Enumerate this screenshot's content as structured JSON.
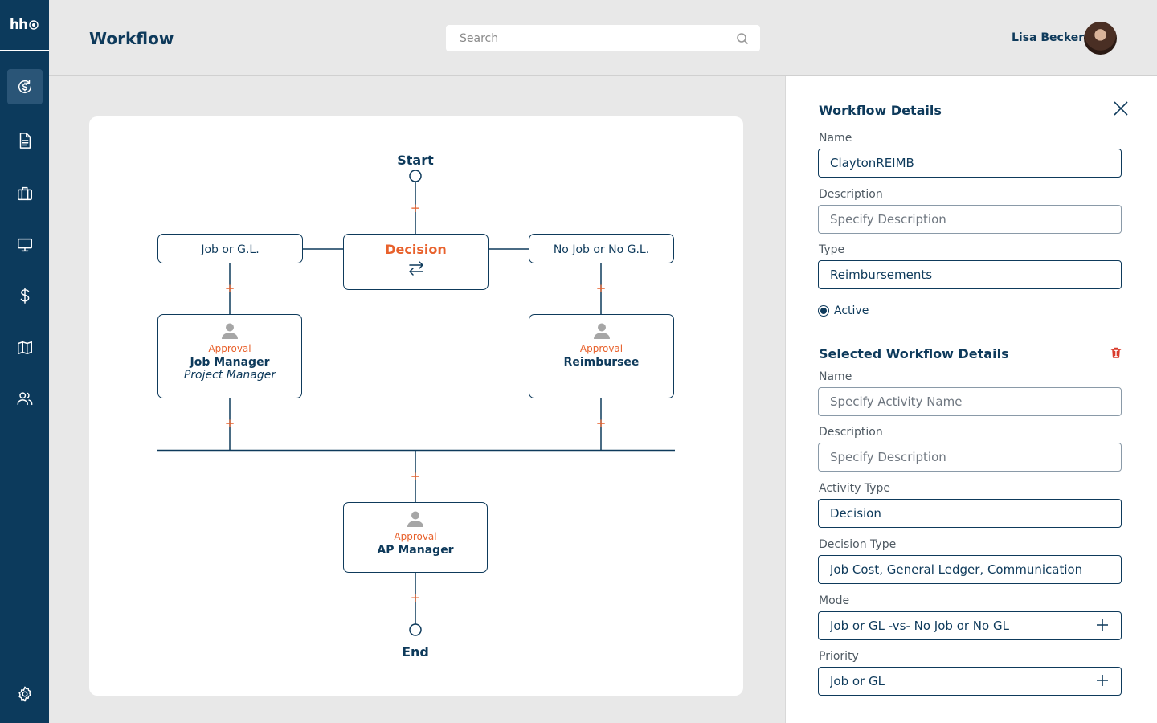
{
  "logo": {
    "text": "hh"
  },
  "header": {
    "title": "Workflow",
    "search_placeholder": "Search",
    "user_name": "Lisa Becker"
  },
  "sidebar": {
    "items": [
      {
        "icon": "dollar-cycle-icon",
        "active": true
      },
      {
        "icon": "document-icon",
        "active": false
      },
      {
        "icon": "briefcase-icon",
        "active": false
      },
      {
        "icon": "monitor-icon",
        "active": false
      },
      {
        "icon": "dollar-icon",
        "active": false
      },
      {
        "icon": "map-icon",
        "active": false
      },
      {
        "icon": "users-icon",
        "active": false
      },
      {
        "icon": "gear-icon",
        "active": false
      }
    ]
  },
  "flow": {
    "start": "Start",
    "end": "End",
    "decision": "Decision",
    "left_branch": "Job or G.L.",
    "right_branch": "No Job or No G.L.",
    "approval_left": {
      "tag": "Approval",
      "name": "Job Manager",
      "role": "Project Manager"
    },
    "approval_right": {
      "tag": "Approval",
      "name": "Reimbursee"
    },
    "approval_bottom": {
      "tag": "Approval",
      "name": "AP Manager"
    },
    "plus": "+"
  },
  "panel": {
    "workflow_details": {
      "heading": "Workflow Details",
      "name_label": "Name",
      "name_value": "ClaytonREIMB",
      "description_label": "Description",
      "description_placeholder": "Specify Description",
      "type_label": "Type",
      "type_value": "Reimbursements",
      "active_label": "Active"
    },
    "selected_details": {
      "heading": "Selected Workflow Details",
      "name_label": "Name",
      "name_placeholder": "Specify Activity Name",
      "description_label": "Description",
      "description_placeholder": "Specify Description",
      "activity_type_label": "Activity Type",
      "activity_type_value": "Decision",
      "decision_type_label": "Decision Type",
      "decision_type_value": "Job Cost, General Ledger, Communication",
      "mode_label": "Mode",
      "mode_value": "Job or GL -vs- No Job or No GL",
      "priority_label": "Priority",
      "priority_value": "Job or GL"
    }
  },
  "colors": {
    "primary": "#0c3a5c",
    "accent": "#e8612c",
    "danger": "#d93a2b",
    "background": "#e8e8e8"
  }
}
